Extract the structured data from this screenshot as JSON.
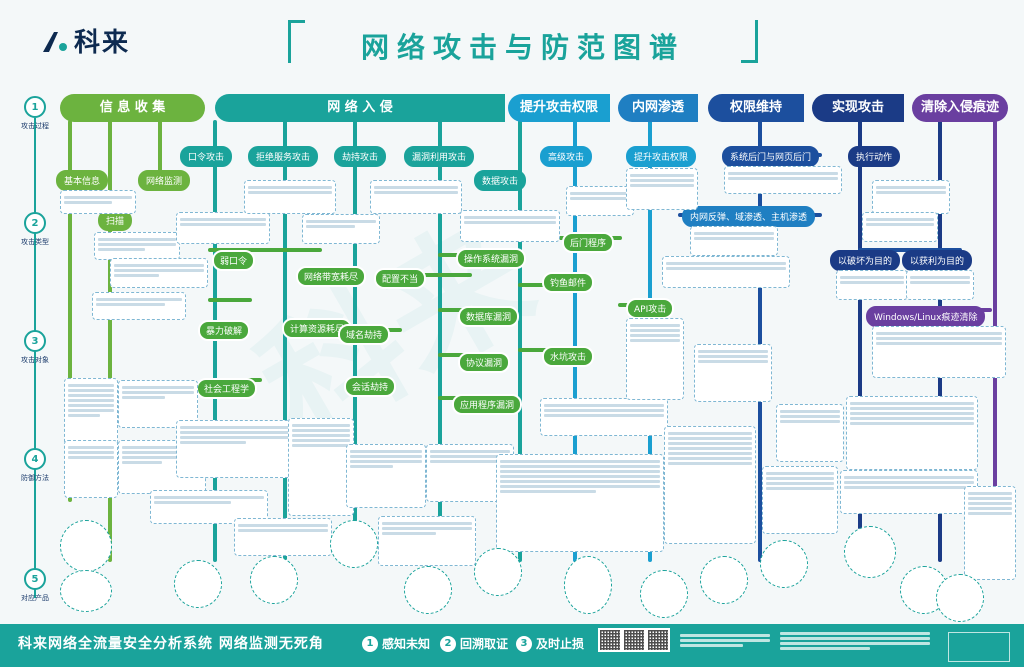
{
  "brand": {
    "name": "科来",
    "color": "#0d2a50"
  },
  "title": "网络攻击与防范图谱",
  "rail": [
    {
      "num": "1",
      "label": "攻击过程"
    },
    {
      "num": "2",
      "label": "攻击类型"
    },
    {
      "num": "3",
      "label": "攻击对象"
    },
    {
      "num": "4",
      "label": "防御方法"
    },
    {
      "num": "5",
      "label": "对应产品"
    }
  ],
  "phases": [
    {
      "label": "信 息 收 集",
      "color": "#6cb33f"
    },
    {
      "label": "网   络   入   侵",
      "color": "#1aa39b"
    },
    {
      "label": "提升攻击权限",
      "color": "#1a9fd0"
    },
    {
      "label": "内网渗透",
      "color": "#1f7fc2"
    },
    {
      "label": "权限维持",
      "color": "#1c4f9e"
    },
    {
      "label": "实现攻击",
      "color": "#1b3b86"
    },
    {
      "label": "清除入侵痕迹",
      "color": "#6a3fa0"
    }
  ],
  "nodes": {
    "basic_info": "基本信息",
    "network_monitor": "网络监测",
    "scan": "扫描",
    "password_attack": "口令攻击",
    "dos": "拒绝服务攻击",
    "hijack": "劫持攻击",
    "vuln_exploit": "漏洞利用攻击",
    "advanced_attack": "高级攻击",
    "privilege_escalation": "提升攻击权限",
    "data_attack": "数据攻击",
    "weak_password": "弱口令",
    "brute_force": "暴力破解",
    "social_engineering": "社会工程学",
    "bandwidth_flood": "网络带宽耗尽",
    "compute_exhaust": "计算资源耗尽",
    "dns_hijack": "域名劫持",
    "session_hijack": "会话劫持",
    "config_error": "配置不当",
    "os_vuln": "操作系统漏洞",
    "db_vuln": "数据库漏洞",
    "protocol_vuln": "协议漏洞",
    "app_vuln": "应用程序漏洞",
    "backdoor": "后门程序",
    "trojan": "钓鱼邮件",
    "watering_hole": "水坑攻击",
    "api_attack": "API攻击",
    "backdoor_web": "系统后门与网页后门",
    "intranet_pivot": "内网反弹、域渗透、主机渗透",
    "execute": "执行动作",
    "destroy": "以破坏为目的",
    "profit": "以获利为目的",
    "log_clean": "Windows/Linux痕迹清除"
  },
  "footer": {
    "slogan": "科来网络全流量安全分析系统   网络监测无死角",
    "steps": [
      {
        "num": "1",
        "label": "感知未知"
      },
      {
        "num": "2",
        "label": "回溯取证"
      },
      {
        "num": "3",
        "label": "及时止损"
      }
    ]
  },
  "colors": {
    "teal": "#1aa39b",
    "green": "#6cb33f",
    "navy": "#1c4f9e",
    "purple": "#6a3fa0"
  }
}
